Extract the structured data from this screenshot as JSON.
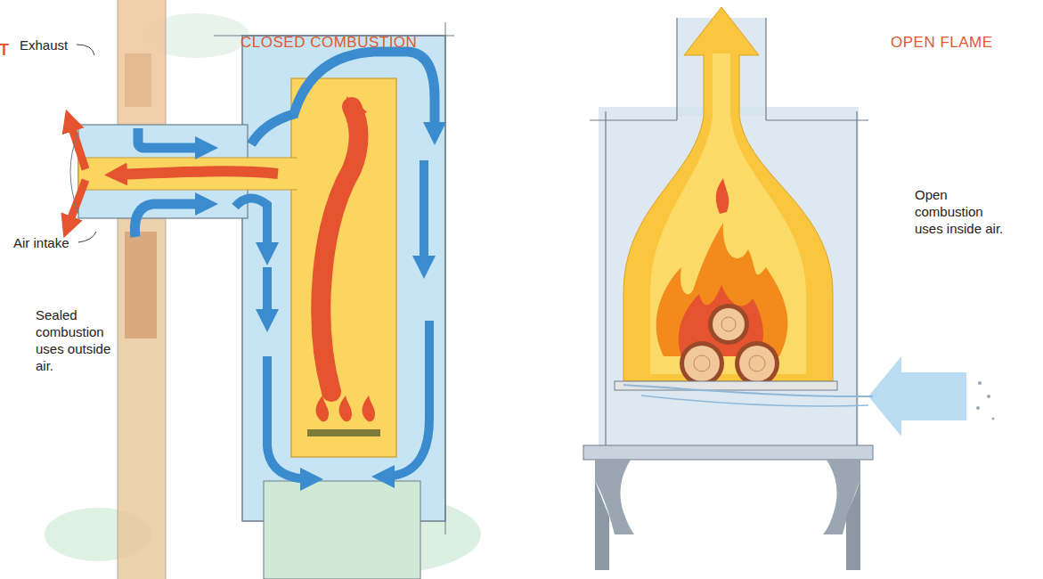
{
  "diagram": {
    "labels": [
      "T",
      "CLOSED COMBUSTION",
      "Exhaust",
      "Air intake",
      "Sealed combustion uses outside air.",
      "OPEN FLAME",
      "Open combustion uses inside air."
    ]
  }
}
